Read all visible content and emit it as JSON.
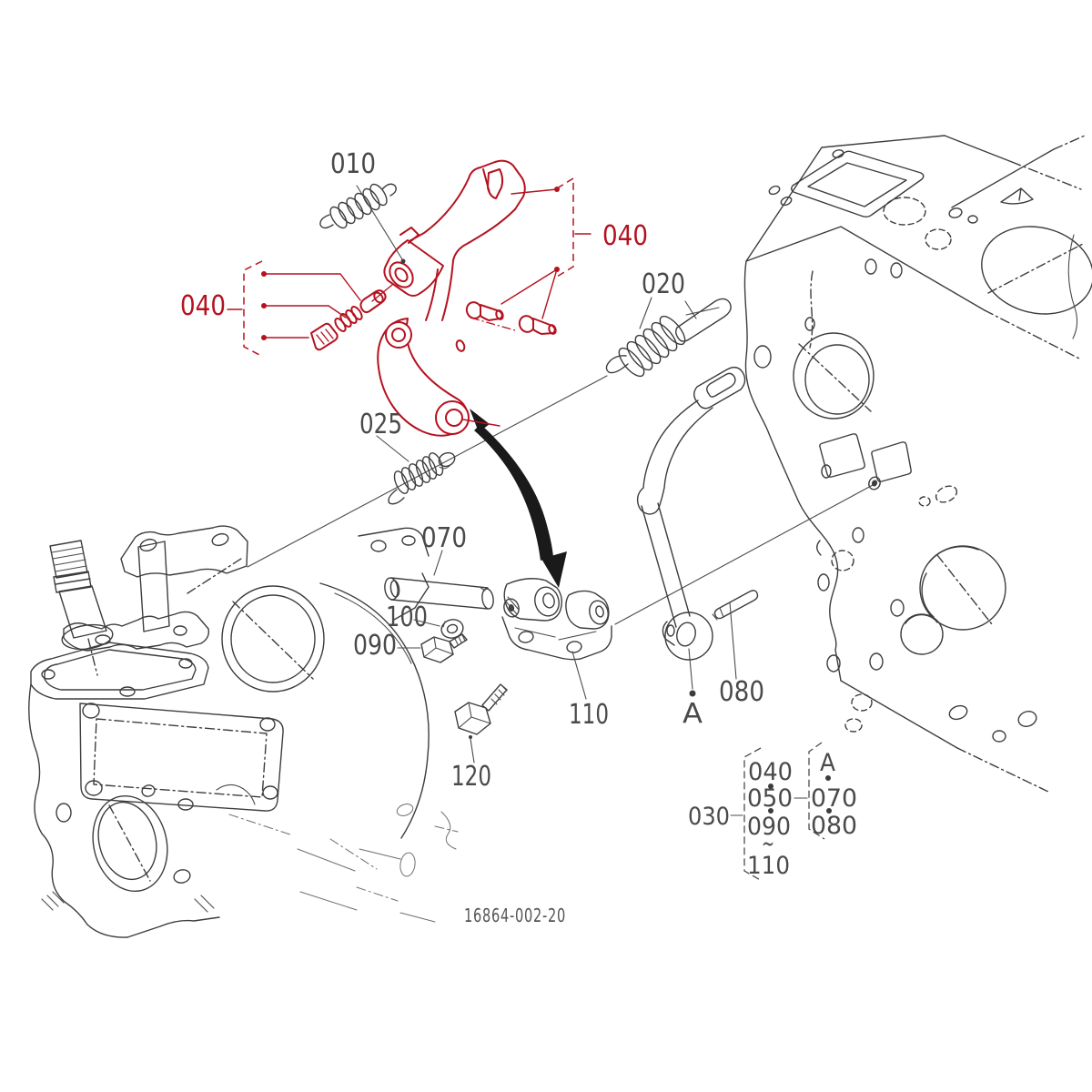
{
  "diagram": {
    "drawing_code": "16864-002-20",
    "colors": {
      "highlight_red": "#B5121F",
      "line_gray": "#3D3D3D",
      "label_gray": "#4A4A4A"
    },
    "part_labels": {
      "part_010": "010",
      "part_020": "020",
      "part_025": "025",
      "part_040_left": "040",
      "part_040_right": "040",
      "part_070": "070",
      "part_080": "080",
      "part_090": "090",
      "part_100": "100",
      "part_110": "110",
      "part_120": "120",
      "point_a": "A"
    },
    "legend": {
      "group_label": "030",
      "column1": [
        "040",
        "050",
        "090",
        "~",
        "110"
      ],
      "column2": [
        "A",
        "070",
        "080"
      ]
    }
  }
}
